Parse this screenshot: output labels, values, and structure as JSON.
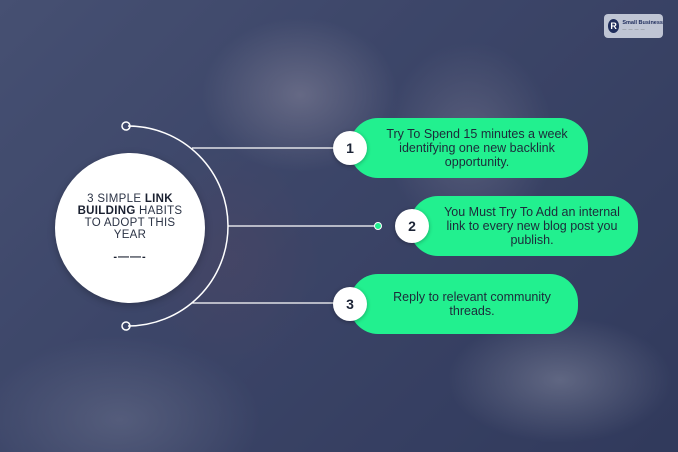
{
  "logo": {
    "mark": "R",
    "line1": "Small Business",
    "line2": "— — — —"
  },
  "infographic": {
    "title_pre": "3 SIMPLE ",
    "title_bold_1": "LINK",
    "title_bold_2": "BUILDING",
    "title_post": " HABITS TO ADOPT THIS YEAR",
    "divider": "-——-"
  },
  "habits": [
    {
      "number": "1",
      "text": "Try To Spend 15 minutes a week identifying one new backlink opportunity."
    },
    {
      "number": "2",
      "text": "You Must Try To Add an internal link to every new blog post you publish."
    },
    {
      "number": "3",
      "text": "Reply to relevant community threads."
    }
  ],
  "colors": {
    "accent_green": "#22f08f",
    "overlay_navy": "#2a345e",
    "circle_white": "#ffffff"
  }
}
